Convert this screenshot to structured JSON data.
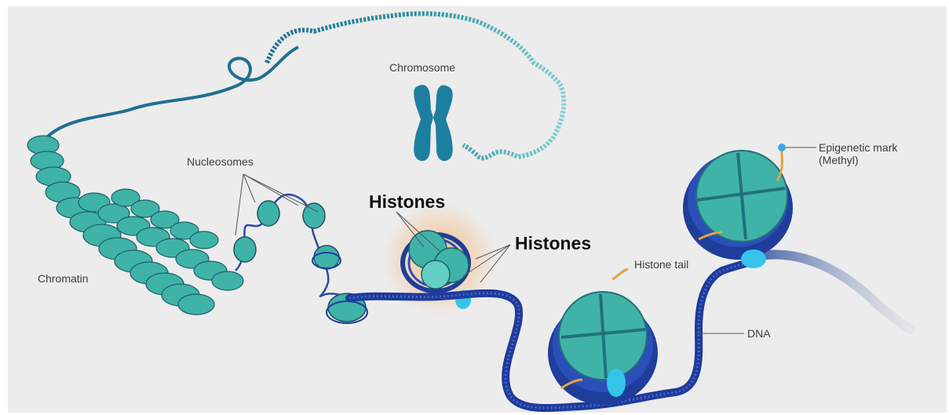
{
  "labels": {
    "chromosome": "Chromosome",
    "nucleosomes": "Nucleosomes",
    "chromatin": "Chromatin",
    "histones_1": "Histones",
    "histones_2": "Histones",
    "histone_tail": "Histone tail",
    "epigenetic_mark_line1": "Epigenetic mark",
    "epigenetic_mark_line2": "(Methyl)",
    "dna": "DNA"
  },
  "colors": {
    "background": "#ececec",
    "histone_teal": "#3fb3a8",
    "histone_teal_light": "#62cfc2",
    "dna_blue": "#1e3b9c",
    "chromosome_blue": "#1d7fa0",
    "histone_tail_orange": "#e6a23c",
    "methyl_blue": "#3aa6e8",
    "tag_cyan": "#35c4ea",
    "highlight_glow": "#f6b26b"
  }
}
